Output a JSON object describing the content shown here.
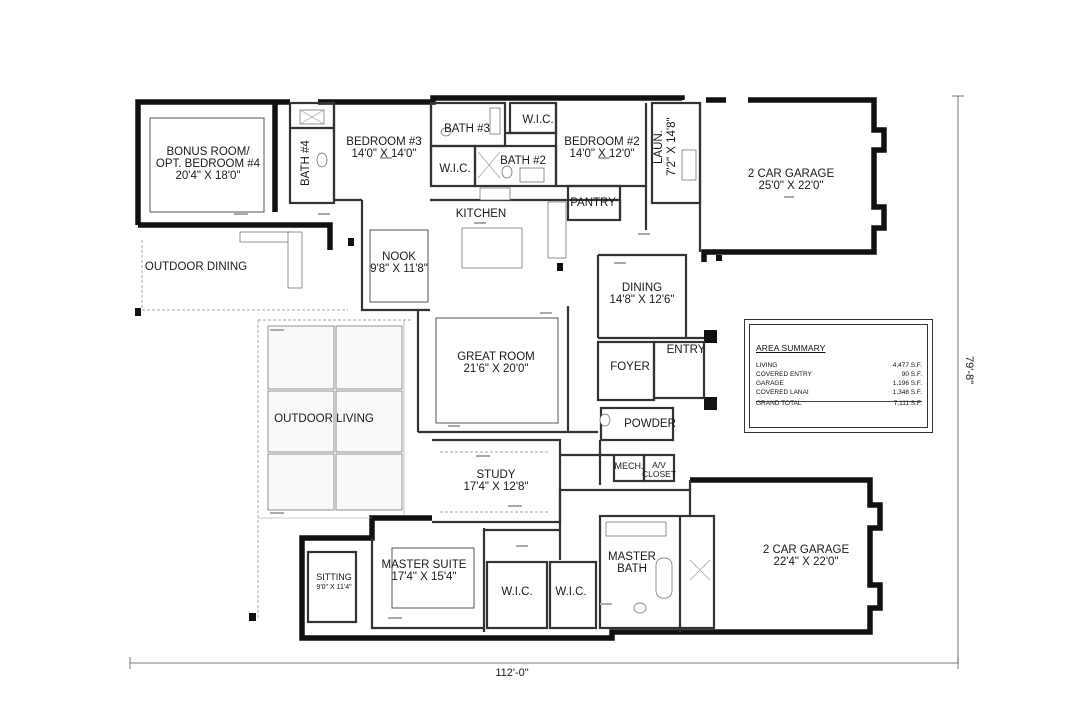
{
  "rooms": {
    "bonus": {
      "name_1": "BONUS ROOM/",
      "name_2": "OPT. BEDROOM #4",
      "dim": "20'4\" X 18'0\""
    },
    "bath4": {
      "name": "BATH #4"
    },
    "bedroom3": {
      "name": "BEDROOM #3",
      "dim": "14'0\" X 14'0\""
    },
    "bath3": {
      "name": "BATH #3"
    },
    "wic_upper_right": {
      "name": "W.I.C."
    },
    "wic_upper_left": {
      "name": "W.I.C."
    },
    "bath2": {
      "name": "BATH #2"
    },
    "bedroom2": {
      "name": "BEDROOM #2",
      "dim": "14'0\" X 12'0\""
    },
    "laundry": {
      "name": "LAUN.",
      "dim": "7'2\" X 14'8\""
    },
    "garage_top": {
      "name": "2 CAR GARAGE",
      "dim": "25'0\" X 22'0\""
    },
    "kitchen": {
      "name": "KITCHEN"
    },
    "pantry": {
      "name": "PANTRY"
    },
    "outdoor_dining": {
      "name": "OUTDOOR DINING"
    },
    "nook": {
      "name": "NOOK",
      "dim": "9'8\" X 11'8\""
    },
    "dining": {
      "name": "DINING",
      "dim": "14'8\" X 12'6\""
    },
    "great_room": {
      "name": "GREAT ROOM",
      "dim": "21'6\" X 20'0\""
    },
    "foyer": {
      "name": "FOYER"
    },
    "entry": {
      "name": "ENTRY"
    },
    "outdoor_living": {
      "name": "OUTDOOR LIVING"
    },
    "powder": {
      "name": "POWDER"
    },
    "study": {
      "name": "STUDY",
      "dim": "17'4\" X 12'8\""
    },
    "mech": {
      "name": "MECH."
    },
    "av_closet": {
      "name_1": "A/V",
      "name_2": "CLOSET"
    },
    "master_suite": {
      "name": "MASTER SUITE",
      "dim": "17'4\" X 15'4\""
    },
    "sitting": {
      "name": "SITTING",
      "dim": "9'0\" X 11'4\""
    },
    "master_wic_left": {
      "name": "W.I.C."
    },
    "master_wic_right": {
      "name": "W.I.C."
    },
    "master_bath": {
      "name_1": "MASTER",
      "name_2": "BATH"
    },
    "garage_bottom": {
      "name": "2 CAR GARAGE",
      "dim": "22'4\" X 22'0\""
    }
  },
  "dimensions": {
    "overall_width": "112'-0\"",
    "overall_depth": "79'-8\""
  },
  "area_summary": {
    "title": "AREA SUMMARY",
    "rows": [
      {
        "label": "LIVING",
        "value": "4,477 S.F."
      },
      {
        "label": "COVERED ENTRY",
        "value": "90 S.F."
      },
      {
        "label": "GARAGE",
        "value": "1,196 S.F."
      },
      {
        "label": "COVERED LANAI",
        "value": "1,348 S.F."
      }
    ],
    "total": {
      "label": "GRAND TOTAL",
      "value": "7,111 S.F."
    }
  }
}
